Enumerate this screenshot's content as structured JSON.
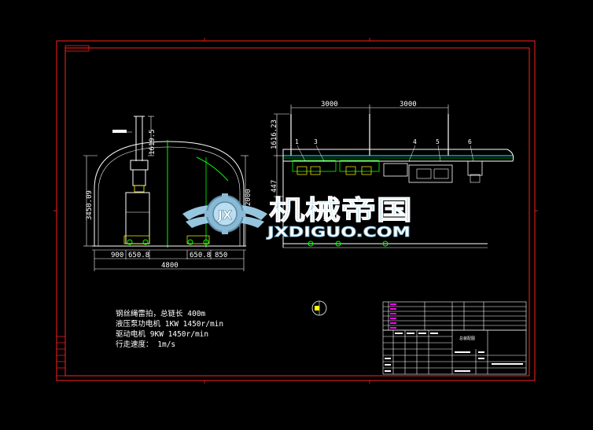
{
  "colors": {
    "background": "#000000",
    "frame": "#ff2020",
    "line": "#ffffff",
    "green": "#00ff00",
    "yellow": "#ffff00",
    "cyan": "#00ffff",
    "magenta": "#ff00ff",
    "watermark_blue": "#a8d8f0"
  },
  "left_view": {
    "dim_top": "1619.5",
    "dim_right": "2000",
    "dim_left": "3450.09",
    "dim_bottom_1": "900",
    "dim_bottom_2": "650.8",
    "dim_bottom_3": "650.8",
    "dim_bottom_4": "850",
    "dim_total": "4800"
  },
  "right_view": {
    "dim_span_1": "3000",
    "dim_span_2": "3000",
    "dim_left_1": "1616.23",
    "dim_left_2": "447",
    "callouts": [
      "1",
      "3",
      "4",
      "5",
      "6"
    ]
  },
  "notes": {
    "line_1_cn": "钢丝绳雷拍，总链长",
    "line_1_val": "400m",
    "line_2_cn": "液压泵功电机",
    "line_2_val": "1KW 1450r/min",
    "line_3_cn": "驱动电机",
    "line_3_val": "9KW 1450r/min",
    "line_4_cn": "行走速度：",
    "line_4_val": "1m/s"
  },
  "watermark": {
    "logo_letters": "JX",
    "title_cn": "机械帝国",
    "title_en": "JXDIGUO.COM"
  },
  "title_block": {
    "drawing_name": "总装配图"
  }
}
